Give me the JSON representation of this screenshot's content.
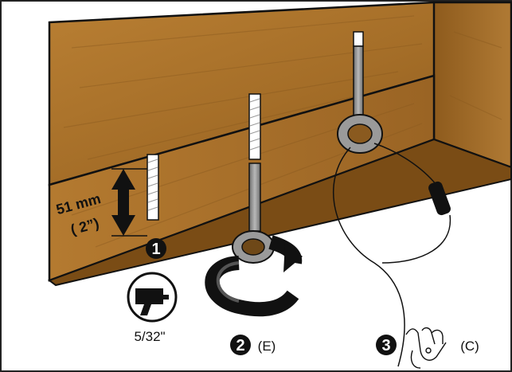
{
  "measure": {
    "mm": "51 mm",
    "inch": "( 2”)"
  },
  "steps": [
    {
      "num": "1",
      "caption": "5/32\""
    },
    {
      "num": "2",
      "caption": "(E)"
    },
    {
      "num": "3",
      "caption": "(C)"
    }
  ],
  "icons": [
    "drill-icon",
    "rotate-arrow-icon",
    "hand-pinch-icon"
  ],
  "colors": {
    "wood": "#a8722c",
    "wood_dark": "#7d4f17",
    "wood_light": "#c48a3e",
    "metal": "#8c8c8c",
    "outline": "#111111"
  }
}
